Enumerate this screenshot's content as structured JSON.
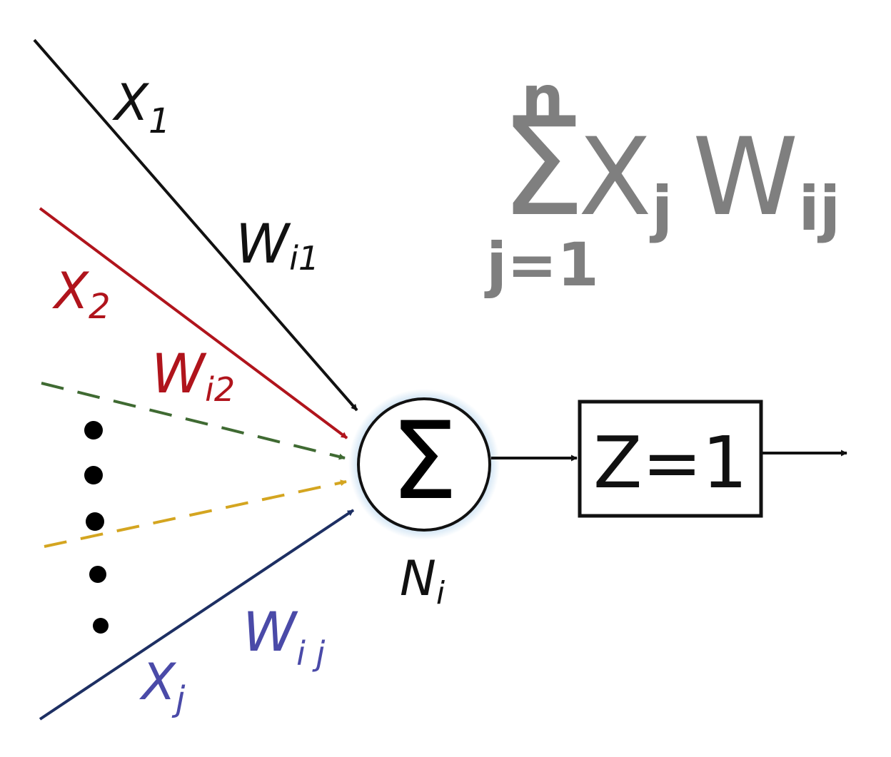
{
  "colors": {
    "x1": "#111111",
    "x2": "#b0141c",
    "green": "#3f6a32",
    "gold": "#d4a520",
    "xj": "#1d2f63",
    "xj_label": "#4a4aa8",
    "formula": "#7f7f7f",
    "neuron_glow": "#a9cdea"
  },
  "inputs": {
    "x1": {
      "main": "X",
      "sub": "1"
    },
    "x2": {
      "main": "X",
      "sub": "2"
    },
    "xj": {
      "main": "X",
      "sub": "j"
    }
  },
  "weights": {
    "w1": {
      "main": "W",
      "sub": "i1"
    },
    "w2": {
      "main": "W",
      "sub": "i2"
    },
    "wj": {
      "main": "W",
      "sub": "i j"
    }
  },
  "neuron": {
    "symbol": "Σ",
    "label_main": "N",
    "label_sub": "i"
  },
  "activation": {
    "label": "Z=1"
  },
  "formula": {
    "upper": "n",
    "sigma": "Σ",
    "lower": "j=1",
    "x_main": "X",
    "x_sub": "j",
    "w_main": "W",
    "w_sub": "ij"
  }
}
